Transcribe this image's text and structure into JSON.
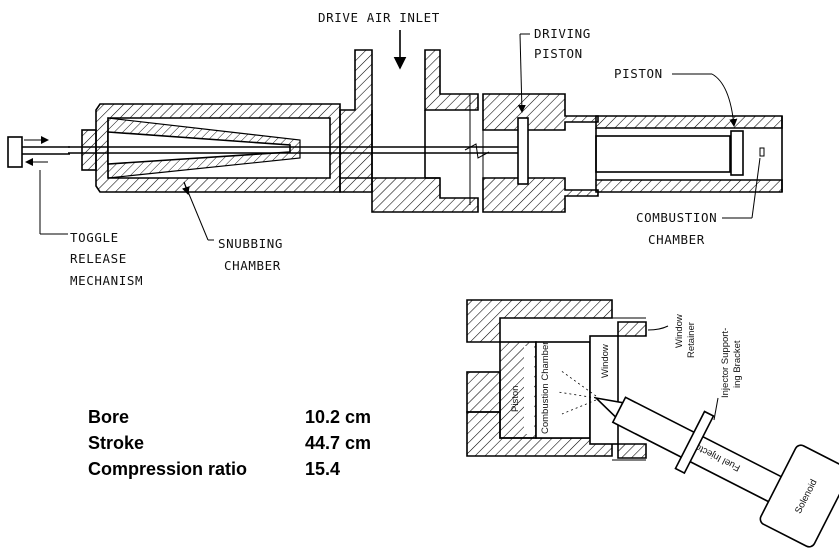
{
  "labels": {
    "drive_air_inlet": "DRIVE AIR INLET",
    "driving_piston_1": "DRIVING",
    "driving_piston_2": "PISTON",
    "piston": "PISTON",
    "combustion_1": "COMBUSTION",
    "combustion_2": "CHAMBER",
    "toggle_1": "TOGGLE",
    "toggle_2": "RELEASE",
    "toggle_3": "MECHANISM",
    "snubbing_1": "SNUBBING",
    "snubbing_2": "CHAMBER"
  },
  "specs": [
    {
      "name": "Bore",
      "value": "10.2 cm"
    },
    {
      "name": "Stroke",
      "value": "44.7 cm"
    },
    {
      "name": "Compression ratio",
      "value": "15.4"
    }
  ],
  "detail": {
    "piston": "Piston",
    "combustion_chamber": "Combustion Chamber",
    "window": "Window",
    "window_retainer_1": "Window",
    "window_retainer_2": "Retainer",
    "bracket_1": "Injector Support-",
    "bracket_2": "ing Bracket",
    "fuel_injector": "Fuel Injector",
    "solenoid": "Solenoid"
  }
}
